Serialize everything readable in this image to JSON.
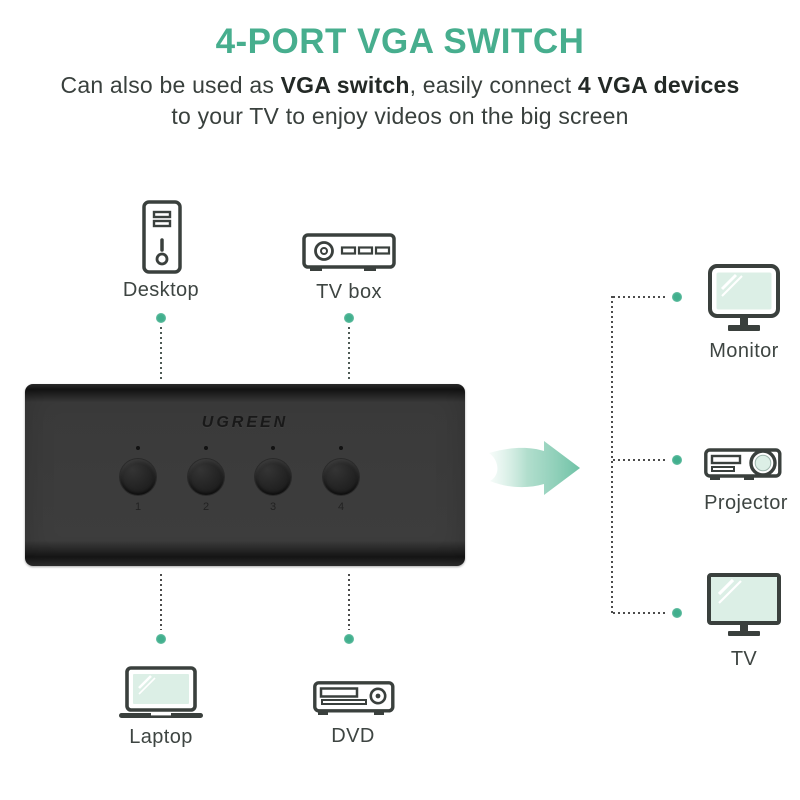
{
  "header": {
    "title": "4-PORT VGA SWITCH",
    "sub1_a": "Can also be used as ",
    "sub1_b": "VGA switch",
    "sub1_c": ", easily connect ",
    "sub1_d": "4 VGA devices",
    "sub2": "to your TV to enjoy videos on the big screen"
  },
  "switch": {
    "brand": "UGREEN",
    "ports": [
      "1",
      "2",
      "3",
      "4"
    ]
  },
  "inputs": {
    "desktop": {
      "label": "Desktop"
    },
    "tvbox": {
      "label": "TV box"
    },
    "laptop": {
      "label": "Laptop"
    },
    "dvd": {
      "label": "DVD"
    }
  },
  "outputs": {
    "monitor": {
      "label": "Monitor"
    },
    "projector": {
      "label": "Projector"
    },
    "tv": {
      "label": "TV"
    }
  },
  "colors": {
    "accent_teal": "#47AE8E",
    "connector_dot_green": "#41AF8D",
    "screen_mint": "#DCEFE6",
    "switch_body": "#3A3A3A",
    "arrow_teal": "#6FC2A6"
  }
}
